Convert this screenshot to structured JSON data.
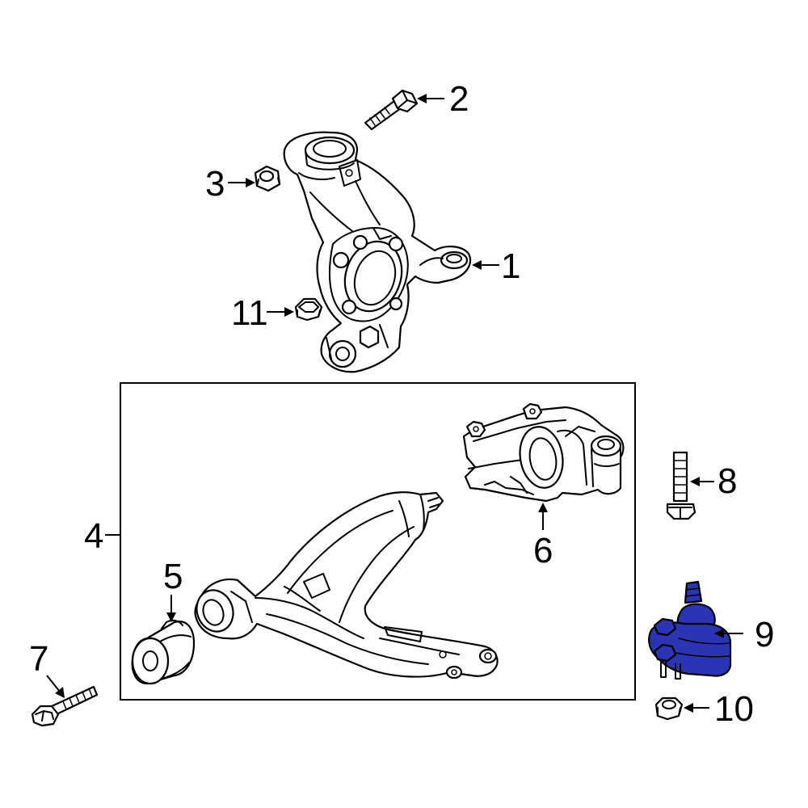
{
  "callouts": {
    "c1": "1",
    "c2": "2",
    "c3": "3",
    "c4": "4",
    "c5": "5",
    "c6": "6",
    "c7": "7",
    "c8": "8",
    "c9": "9",
    "c10": "10",
    "c11": "11"
  },
  "highlight": {
    "part": "9",
    "color": "#2b35b3"
  }
}
